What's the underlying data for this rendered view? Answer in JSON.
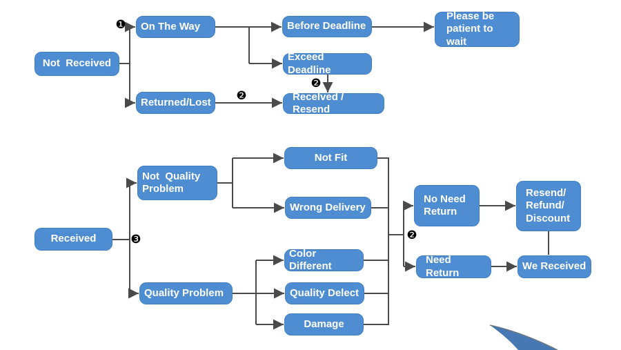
{
  "diagram": {
    "type": "flowchart",
    "colors": {
      "node_fill": "#4f8dd3",
      "node_border": "#3f7fc2",
      "node_text": "#ffffff",
      "connector": "#4a4a4a",
      "marker_black": "#000000",
      "swoosh_blue": "#4678b4",
      "background": "#ffffff"
    },
    "nodes": {
      "not_received": "Not  Received",
      "on_the_way": "On The Way",
      "returned_lost": "Returned/Lost",
      "before_deadline": "Before Deadline",
      "exceed_deadline": "Exceed Deadline",
      "please_wait": "Please be patient to wait",
      "received_resend": "Recelved / Resend",
      "received": "Received",
      "not_quality_problem": "Not  Quality Problem",
      "quality_problem": "Quality Problem",
      "not_fit": "Not Fit",
      "wrong_delivery": "Wrong Delivery",
      "color_different": "Color Different",
      "quality_delect": "Quality Delect",
      "damage": "Damage",
      "no_need_return": "No Need Return",
      "need_return": "Need Return",
      "resend_refund_discount": "Resend/ Refund/ Discount",
      "we_received": "We Received"
    },
    "step_markers": {
      "step1": "❶",
      "step2_returned": "❷",
      "step2_exceed": "❷",
      "step3": "❸",
      "step2_branch": "❷"
    }
  }
}
